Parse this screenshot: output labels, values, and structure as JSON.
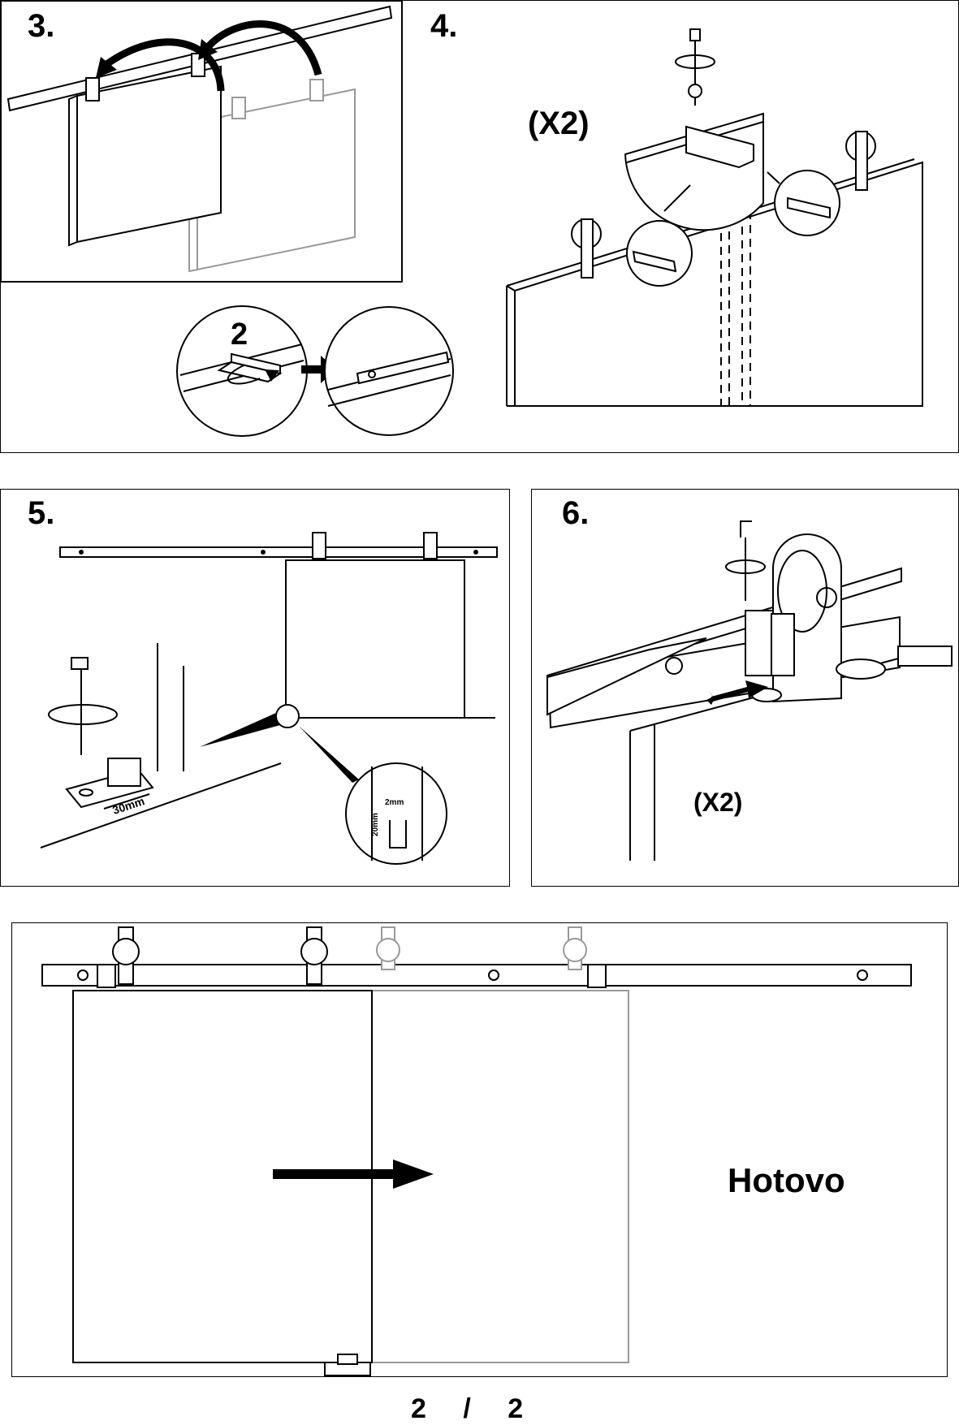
{
  "steps": [
    {
      "number": "3."
    },
    {
      "number": "4.",
      "multiplier": "(X2)"
    },
    {
      "number": "5."
    },
    {
      "number": "6.",
      "multiplier": "(X2)"
    }
  ],
  "step3_detail": {
    "count": "2"
  },
  "step5_detail": {
    "distance": "30mm",
    "gap": "2mm",
    "depth": "20mm"
  },
  "final": {
    "label": "Hotovo"
  },
  "footer": {
    "current": "2",
    "separator": "/",
    "total": "2"
  }
}
